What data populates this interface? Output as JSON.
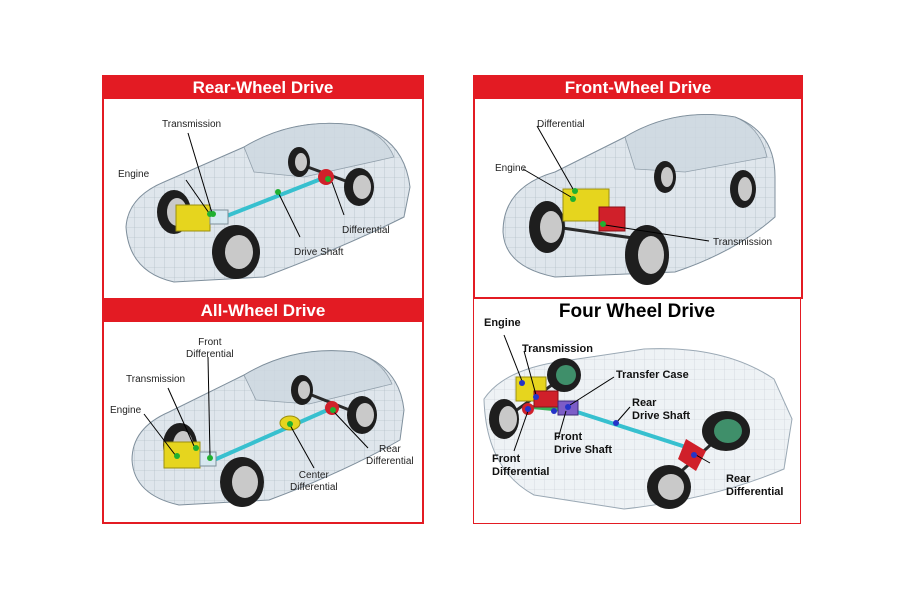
{
  "panels": {
    "rwd": {
      "title": "Rear-Wheel Drive",
      "labels": {
        "transmission": "Transmission",
        "engine": "Engine",
        "differential": "Differential",
        "drive_shaft": "Drive Shaft"
      }
    },
    "fwd": {
      "title": "Front-Wheel Drive",
      "labels": {
        "differential": "Differential",
        "engine": "Engine",
        "transmission": "Transmission"
      }
    },
    "awd": {
      "title": "All-Wheel Drive",
      "labels": {
        "front_differential_1": "Front",
        "front_differential_2": "Differential",
        "transmission": "Transmission",
        "engine": "Engine",
        "rear_differential_1": "Rear",
        "rear_differential_2": "Differential",
        "center_differential_1": "Center",
        "center_differential_2": "Differential"
      }
    },
    "fourwd": {
      "title": "Four Wheel Drive",
      "labels": {
        "engine": "Engine",
        "transmission": "Transmission",
        "transfer_case": "Transfer Case",
        "rear_drive_shaft_1": "Rear",
        "rear_drive_shaft_2": "Drive Shaft",
        "front_drive_shaft_1": "Front",
        "front_drive_shaft_2": "Drive Shaft",
        "front_differential_1": "Front",
        "front_differential_2": "Differential",
        "rear_differential_1": "Rear",
        "rear_differential_2": "Differential"
      }
    }
  },
  "colors": {
    "header_red": "#e31b23",
    "car_body": "#dde4ea",
    "wireframe": "#8fa0ad",
    "engine_yellow": "#e6d51e",
    "shaft_cyan": "#37c0cf",
    "diff_red": "#d0202a",
    "wheel_dark": "#1e1e1e",
    "rim_light": "#c9c9c9",
    "point_green": "#20b030",
    "point_blue": "#2433c8"
  }
}
